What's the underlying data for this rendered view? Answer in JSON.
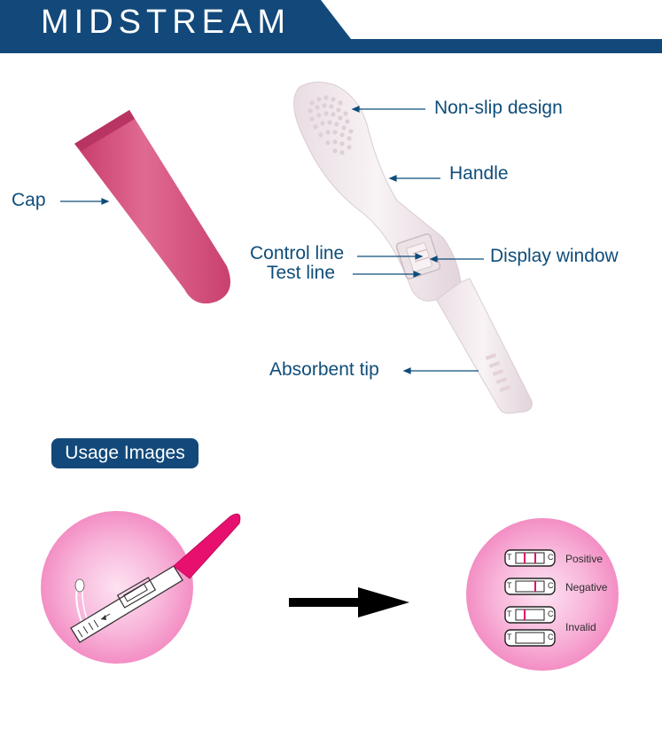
{
  "header": {
    "title": "MIDSTREAM"
  },
  "labels": {
    "non_slip": "Non-slip design",
    "handle": "Handle",
    "cap": "Cap",
    "control_line": "Control line",
    "test_line": "Test line",
    "display_window": "Display window",
    "absorbent_tip": "Absorbent tip"
  },
  "usage": {
    "title": "Usage Images"
  },
  "results": {
    "positive": "Positive",
    "negative": "Negative",
    "invalid": "Invalid",
    "t_mark": "T",
    "c_mark": "C"
  },
  "colors": {
    "banner": "#12497a",
    "label_text": "#0f4d7a",
    "cap_pink": "#d94f7d",
    "circle_pink": "#f5a8d3",
    "device_white": "#f1eaee"
  }
}
